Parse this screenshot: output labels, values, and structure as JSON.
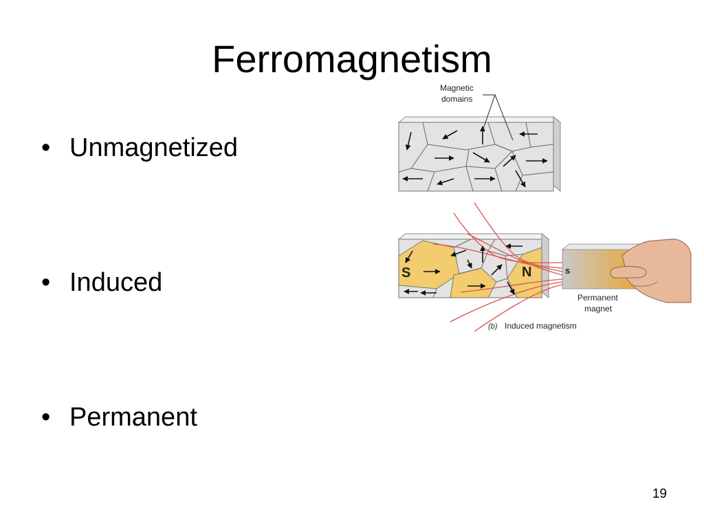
{
  "slide": {
    "title": "Ferromagnetism",
    "number": "19"
  },
  "bullets": [
    {
      "marker": "•",
      "text": "Unmagnetized"
    },
    {
      "marker": "•",
      "text": "Induced"
    },
    {
      "marker": "•",
      "text": "Permanent"
    }
  ],
  "figure": {
    "domains_label_line1": "Magnetic",
    "domains_label_line2": "domains",
    "pole_s": "S",
    "pole_n": "N",
    "magnet_pole_s": "s",
    "permanent_magnet_line1": "Permanent",
    "permanent_magnet_line2": "magnet",
    "caption_letter": "(b)",
    "caption_text": "Induced magnetism",
    "colors": {
      "domain_fill": "#e3e3e3",
      "aligned_domain_fill": "#f2cc6e",
      "field_lines": "#d9534f",
      "magnet_gradient_start": "#c9c9c9",
      "magnet_gradient_end": "#e8a93c",
      "hand": "#e8b89a"
    }
  }
}
